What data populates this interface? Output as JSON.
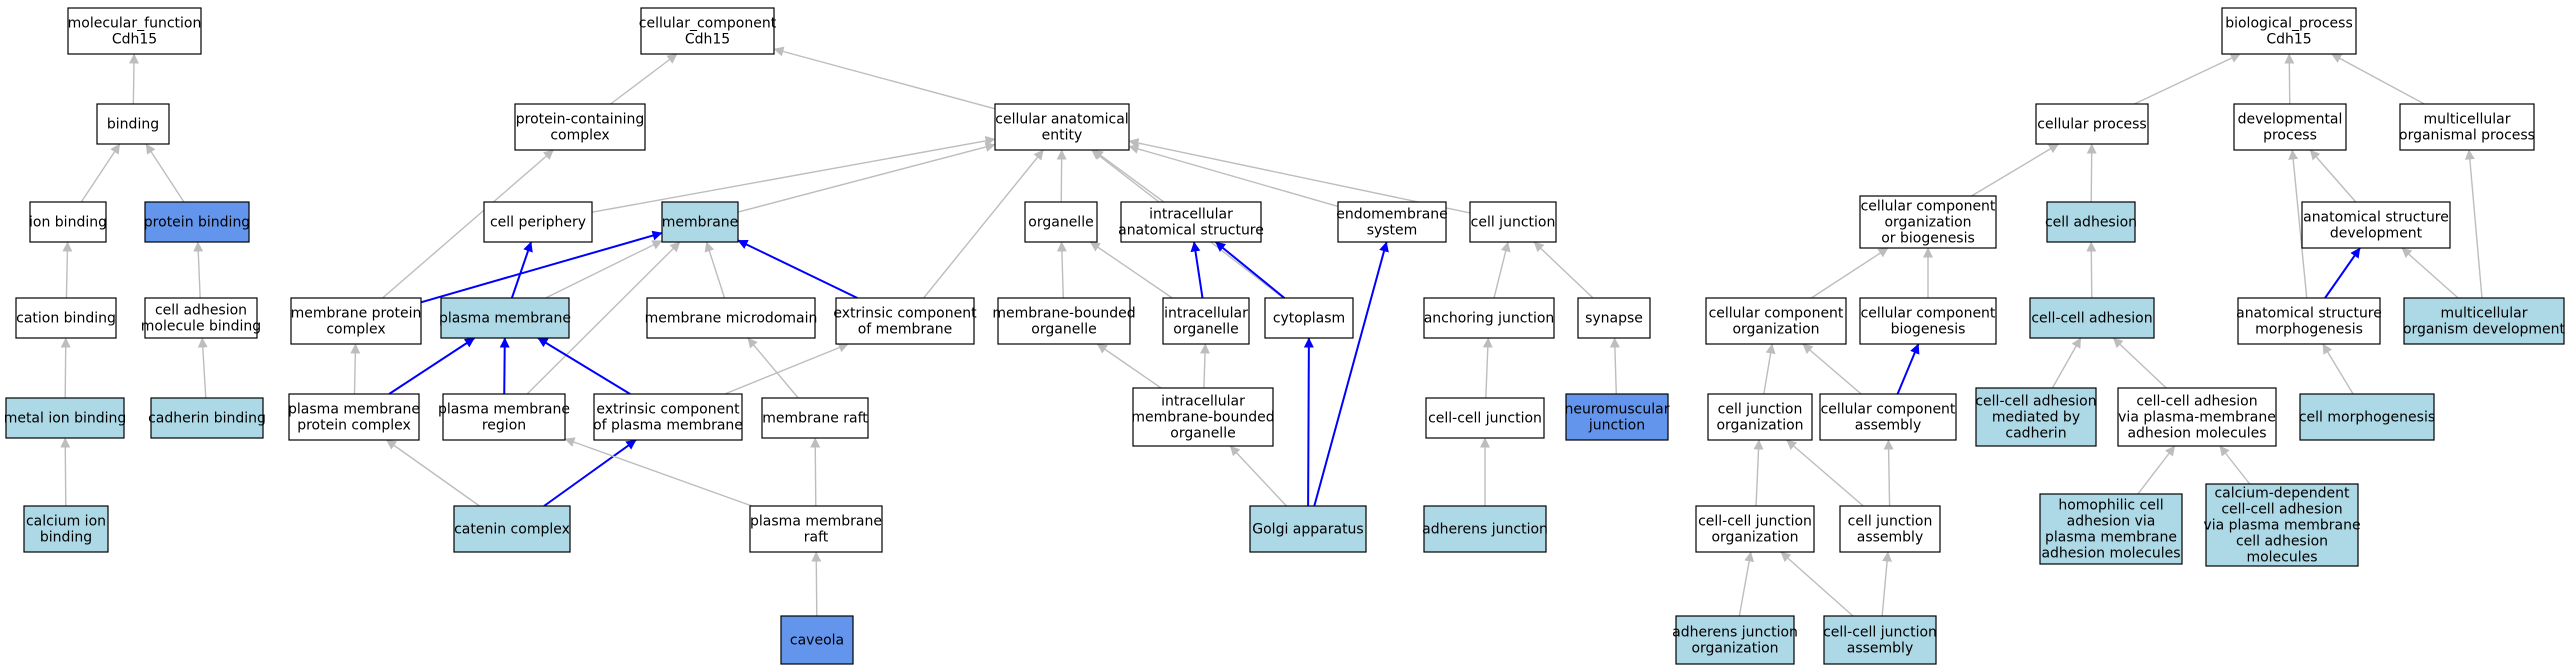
{
  "colors": {
    "white": "#ffffff",
    "light_blue": "#add8e6",
    "cornflower": "#6495ed",
    "edge_gray": "#bdbdbd",
    "edge_blue": "#0000ff"
  },
  "nodes": [
    {
      "id": "mf",
      "lines": [
        "molecular_function",
        "Cdh15"
      ],
      "fill": "white"
    },
    {
      "id": "binding",
      "lines": [
        "binding"
      ],
      "fill": "white"
    },
    {
      "id": "ion_binding",
      "lines": [
        "ion binding"
      ],
      "fill": "white"
    },
    {
      "id": "protein_binding",
      "lines": [
        "protein binding"
      ],
      "fill": "cornflower"
    },
    {
      "id": "cation_binding",
      "lines": [
        "cation binding"
      ],
      "fill": "white"
    },
    {
      "id": "cam_binding",
      "lines": [
        "cell adhesion",
        "molecule binding"
      ],
      "fill": "white"
    },
    {
      "id": "metal_ion",
      "lines": [
        "metal ion binding"
      ],
      "fill": "light_blue"
    },
    {
      "id": "cadherin_binding",
      "lines": [
        "cadherin binding"
      ],
      "fill": "light_blue"
    },
    {
      "id": "calcium_ion",
      "lines": [
        "calcium ion",
        "binding"
      ],
      "fill": "light_blue"
    },
    {
      "id": "cc",
      "lines": [
        "cellular_component",
        "Cdh15"
      ],
      "fill": "white"
    },
    {
      "id": "pcc",
      "lines": [
        "protein-containing",
        "complex"
      ],
      "fill": "white"
    },
    {
      "id": "cae",
      "lines": [
        "cellular anatomical",
        "entity"
      ],
      "fill": "white"
    },
    {
      "id": "cell_periphery",
      "lines": [
        "cell periphery"
      ],
      "fill": "white"
    },
    {
      "id": "membrane",
      "lines": [
        "membrane"
      ],
      "fill": "light_blue"
    },
    {
      "id": "organelle",
      "lines": [
        "organelle"
      ],
      "fill": "white"
    },
    {
      "id": "ias",
      "lines": [
        "intracellular",
        "anatomical structure"
      ],
      "fill": "white"
    },
    {
      "id": "endomembrane",
      "lines": [
        "endomembrane",
        "system"
      ],
      "fill": "white"
    },
    {
      "id": "cell_junction",
      "lines": [
        "cell junction"
      ],
      "fill": "white"
    },
    {
      "id": "mpc",
      "lines": [
        "membrane protein",
        "complex"
      ],
      "fill": "white"
    },
    {
      "id": "plasma_membrane",
      "lines": [
        "plasma membrane"
      ],
      "fill": "light_blue"
    },
    {
      "id": "membrane_microdomain",
      "lines": [
        "membrane microdomain"
      ],
      "fill": "white"
    },
    {
      "id": "ecm",
      "lines": [
        "extrinsic component",
        "of membrane"
      ],
      "fill": "white"
    },
    {
      "id": "mbo",
      "lines": [
        "membrane-bounded",
        "organelle"
      ],
      "fill": "white"
    },
    {
      "id": "intra_org",
      "lines": [
        "intracellular",
        "organelle"
      ],
      "fill": "white"
    },
    {
      "id": "cytoplasm",
      "lines": [
        "cytoplasm"
      ],
      "fill": "white"
    },
    {
      "id": "anchoring",
      "lines": [
        "anchoring junction"
      ],
      "fill": "white"
    },
    {
      "id": "synapse",
      "lines": [
        "synapse"
      ],
      "fill": "white"
    },
    {
      "id": "pmpc",
      "lines": [
        "plasma membrane",
        "protein complex"
      ],
      "fill": "white"
    },
    {
      "id": "pm_region",
      "lines": [
        "plasma membrane",
        "region"
      ],
      "fill": "white"
    },
    {
      "id": "ecpm",
      "lines": [
        "extrinsic component",
        "of plasma membrane"
      ],
      "fill": "white"
    },
    {
      "id": "membrane_raft",
      "lines": [
        "membrane raft"
      ],
      "fill": "white"
    },
    {
      "id": "imbo",
      "lines": [
        "intracellular",
        "membrane-bounded",
        "organelle"
      ],
      "fill": "white"
    },
    {
      "id": "ccj",
      "lines": [
        "cell-cell junction"
      ],
      "fill": "white"
    },
    {
      "id": "nmj",
      "lines": [
        "neuromuscular",
        "junction"
      ],
      "fill": "cornflower"
    },
    {
      "id": "catenin",
      "lines": [
        "catenin complex"
      ],
      "fill": "light_blue"
    },
    {
      "id": "pm_raft",
      "lines": [
        "plasma membrane",
        "raft"
      ],
      "fill": "white"
    },
    {
      "id": "golgi",
      "lines": [
        "Golgi apparatus"
      ],
      "fill": "light_blue"
    },
    {
      "id": "adherens",
      "lines": [
        "adherens junction"
      ],
      "fill": "light_blue"
    },
    {
      "id": "caveola",
      "lines": [
        "caveola"
      ],
      "fill": "cornflower"
    },
    {
      "id": "bp",
      "lines": [
        "biological_process",
        "Cdh15"
      ],
      "fill": "white"
    },
    {
      "id": "cellular_process",
      "lines": [
        "cellular process"
      ],
      "fill": "white"
    },
    {
      "id": "dev_process",
      "lines": [
        "developmental",
        "process"
      ],
      "fill": "white"
    },
    {
      "id": "mop",
      "lines": [
        "multicellular",
        "organismal process"
      ],
      "fill": "white"
    },
    {
      "id": "ccob",
      "lines": [
        "cellular component",
        "organization",
        "or biogenesis"
      ],
      "fill": "white"
    },
    {
      "id": "cell_adhesion",
      "lines": [
        "cell adhesion"
      ],
      "fill": "light_blue"
    },
    {
      "id": "asd",
      "lines": [
        "anatomical structure",
        "development"
      ],
      "fill": "white"
    },
    {
      "id": "cco",
      "lines": [
        "cellular component",
        "organization"
      ],
      "fill": "white"
    },
    {
      "id": "ccb",
      "lines": [
        "cellular component",
        "biogenesis"
      ],
      "fill": "white"
    },
    {
      "id": "cca",
      "lines": [
        "cell-cell adhesion"
      ],
      "fill": "light_blue"
    },
    {
      "id": "asm",
      "lines": [
        "anatomical structure",
        "morphogenesis"
      ],
      "fill": "white"
    },
    {
      "id": "mod",
      "lines": [
        "multicellular",
        "organism development"
      ],
      "fill": "light_blue"
    },
    {
      "id": "cjo",
      "lines": [
        "cell junction",
        "organization"
      ],
      "fill": "white"
    },
    {
      "id": "ccassembly",
      "lines": [
        "cellular component",
        "assembly"
      ],
      "fill": "white"
    },
    {
      "id": "cca_cadherin",
      "lines": [
        "cell-cell adhesion",
        "mediated by",
        "cadherin"
      ],
      "fill": "light_blue"
    },
    {
      "id": "cca_pm",
      "lines": [
        "cell-cell adhesion",
        "via plasma-membrane",
        "adhesion molecules"
      ],
      "fill": "white"
    },
    {
      "id": "cell_morph",
      "lines": [
        "cell morphogenesis"
      ],
      "fill": "light_blue"
    },
    {
      "id": "ccjo",
      "lines": [
        "cell-cell junction",
        "organization"
      ],
      "fill": "white"
    },
    {
      "id": "cja",
      "lines": [
        "cell junction",
        "assembly"
      ],
      "fill": "white"
    },
    {
      "id": "homophilic",
      "lines": [
        "homophilic cell",
        "adhesion via",
        "plasma membrane",
        "adhesion molecules"
      ],
      "fill": "light_blue"
    },
    {
      "id": "calcium_dep",
      "lines": [
        "calcium-dependent",
        "cell-cell adhesion",
        "via plasma membrane",
        "cell adhesion",
        "molecules"
      ],
      "fill": "light_blue"
    },
    {
      "id": "ajo",
      "lines": [
        "adherens junction",
        "organization"
      ],
      "fill": "light_blue"
    },
    {
      "id": "ccja",
      "lines": [
        "cell-cell junction",
        "assembly"
      ],
      "fill": "light_blue"
    }
  ],
  "edges": [
    {
      "from": "binding",
      "to": "mf",
      "kind": "is_a"
    },
    {
      "from": "ion_binding",
      "to": "binding",
      "kind": "is_a"
    },
    {
      "from": "protein_binding",
      "to": "binding",
      "kind": "is_a"
    },
    {
      "from": "cation_binding",
      "to": "ion_binding",
      "kind": "is_a"
    },
    {
      "from": "cam_binding",
      "to": "protein_binding",
      "kind": "is_a"
    },
    {
      "from": "metal_ion",
      "to": "cation_binding",
      "kind": "is_a"
    },
    {
      "from": "cadherin_binding",
      "to": "cam_binding",
      "kind": "is_a"
    },
    {
      "from": "calcium_ion",
      "to": "metal_ion",
      "kind": "is_a"
    },
    {
      "from": "pcc",
      "to": "cc",
      "kind": "is_a"
    },
    {
      "from": "cae",
      "to": "cc",
      "kind": "is_a"
    },
    {
      "from": "cell_periphery",
      "to": "cae",
      "kind": "is_a"
    },
    {
      "from": "membrane",
      "to": "cae",
      "kind": "is_a"
    },
    {
      "from": "organelle",
      "to": "cae",
      "kind": "is_a"
    },
    {
      "from": "ias",
      "to": "cae",
      "kind": "is_a"
    },
    {
      "from": "endomembrane",
      "to": "cae",
      "kind": "is_a"
    },
    {
      "from": "cell_junction",
      "to": "cae",
      "kind": "is_a"
    },
    {
      "from": "ecm",
      "to": "cae",
      "kind": "is_a"
    },
    {
      "from": "cytoplasm",
      "to": "cae",
      "kind": "is_a"
    },
    {
      "from": "mpc",
      "to": "pcc",
      "kind": "is_a"
    },
    {
      "from": "mpc",
      "to": "membrane",
      "kind": "part_of"
    },
    {
      "from": "plasma_membrane",
      "to": "cell_periphery",
      "kind": "part_of"
    },
    {
      "from": "plasma_membrane",
      "to": "membrane",
      "kind": "is_a"
    },
    {
      "from": "membrane_microdomain",
      "to": "membrane",
      "kind": "is_a"
    },
    {
      "from": "ecm",
      "to": "membrane",
      "kind": "part_of"
    },
    {
      "from": "pm_region",
      "to": "membrane",
      "kind": "is_a"
    },
    {
      "from": "mbo",
      "to": "organelle",
      "kind": "is_a"
    },
    {
      "from": "intra_org",
      "to": "organelle",
      "kind": "is_a"
    },
    {
      "from": "intra_org",
      "to": "ias",
      "kind": "part_of"
    },
    {
      "from": "cytoplasm",
      "to": "ias",
      "kind": "part_of"
    },
    {
      "from": "anchoring",
      "to": "cell_junction",
      "kind": "is_a"
    },
    {
      "from": "synapse",
      "to": "cell_junction",
      "kind": "is_a"
    },
    {
      "from": "pmpc",
      "to": "mpc",
      "kind": "is_a"
    },
    {
      "from": "pmpc",
      "to": "plasma_membrane",
      "kind": "part_of"
    },
    {
      "from": "pm_region",
      "to": "plasma_membrane",
      "kind": "part_of"
    },
    {
      "from": "ecpm",
      "to": "plasma_membrane",
      "kind": "part_of"
    },
    {
      "from": "ecpm",
      "to": "ecm",
      "kind": "is_a"
    },
    {
      "from": "membrane_raft",
      "to": "membrane_microdomain",
      "kind": "is_a"
    },
    {
      "from": "imbo",
      "to": "mbo",
      "kind": "is_a"
    },
    {
      "from": "imbo",
      "to": "intra_org",
      "kind": "is_a"
    },
    {
      "from": "ccj",
      "to": "anchoring",
      "kind": "is_a"
    },
    {
      "from": "nmj",
      "to": "synapse",
      "kind": "is_a"
    },
    {
      "from": "catenin",
      "to": "pmpc",
      "kind": "is_a"
    },
    {
      "from": "catenin",
      "to": "ecpm",
      "kind": "part_of"
    },
    {
      "from": "pm_raft",
      "to": "pm_region",
      "kind": "is_a"
    },
    {
      "from": "pm_raft",
      "to": "membrane_raft",
      "kind": "is_a"
    },
    {
      "from": "golgi",
      "to": "imbo",
      "kind": "is_a"
    },
    {
      "from": "golgi",
      "to": "cytoplasm",
      "kind": "part_of"
    },
    {
      "from": "golgi",
      "to": "endomembrane",
      "kind": "part_of"
    },
    {
      "from": "adherens",
      "to": "ccj",
      "kind": "is_a"
    },
    {
      "from": "caveola",
      "to": "pm_raft",
      "kind": "is_a"
    },
    {
      "from": "cellular_process",
      "to": "bp",
      "kind": "is_a"
    },
    {
      "from": "dev_process",
      "to": "bp",
      "kind": "is_a"
    },
    {
      "from": "mop",
      "to": "bp",
      "kind": "is_a"
    },
    {
      "from": "ccob",
      "to": "cellular_process",
      "kind": "is_a"
    },
    {
      "from": "cell_adhesion",
      "to": "cellular_process",
      "kind": "is_a"
    },
    {
      "from": "asd",
      "to": "dev_process",
      "kind": "is_a"
    },
    {
      "from": "cco",
      "to": "ccob",
      "kind": "is_a"
    },
    {
      "from": "ccb",
      "to": "ccob",
      "kind": "is_a"
    },
    {
      "from": "cca",
      "to": "cell_adhesion",
      "kind": "is_a"
    },
    {
      "from": "asm",
      "to": "asd",
      "kind": "part_of"
    },
    {
      "from": "asm",
      "to": "dev_process",
      "kind": "is_a"
    },
    {
      "from": "mod",
      "to": "asd",
      "kind": "is_a"
    },
    {
      "from": "mod",
      "to": "mop",
      "kind": "is_a"
    },
    {
      "from": "cjo",
      "to": "cco",
      "kind": "is_a"
    },
    {
      "from": "ccassembly",
      "to": "cco",
      "kind": "is_a"
    },
    {
      "from": "ccassembly",
      "to": "ccb",
      "kind": "part_of"
    },
    {
      "from": "cca_cadherin",
      "to": "cca",
      "kind": "is_a"
    },
    {
      "from": "cca_pm",
      "to": "cca",
      "kind": "is_a"
    },
    {
      "from": "cell_morph",
      "to": "asm",
      "kind": "is_a"
    },
    {
      "from": "ccjo",
      "to": "cjo",
      "kind": "is_a"
    },
    {
      "from": "cja",
      "to": "cjo",
      "kind": "is_a"
    },
    {
      "from": "cja",
      "to": "ccassembly",
      "kind": "is_a"
    },
    {
      "from": "homophilic",
      "to": "cca_pm",
      "kind": "is_a"
    },
    {
      "from": "calcium_dep",
      "to": "cca_pm",
      "kind": "is_a"
    },
    {
      "from": "ajo",
      "to": "ccjo",
      "kind": "is_a"
    },
    {
      "from": "ccja",
      "to": "ccjo",
      "kind": "is_a"
    },
    {
      "from": "ccja",
      "to": "cja",
      "kind": "is_a"
    }
  ]
}
